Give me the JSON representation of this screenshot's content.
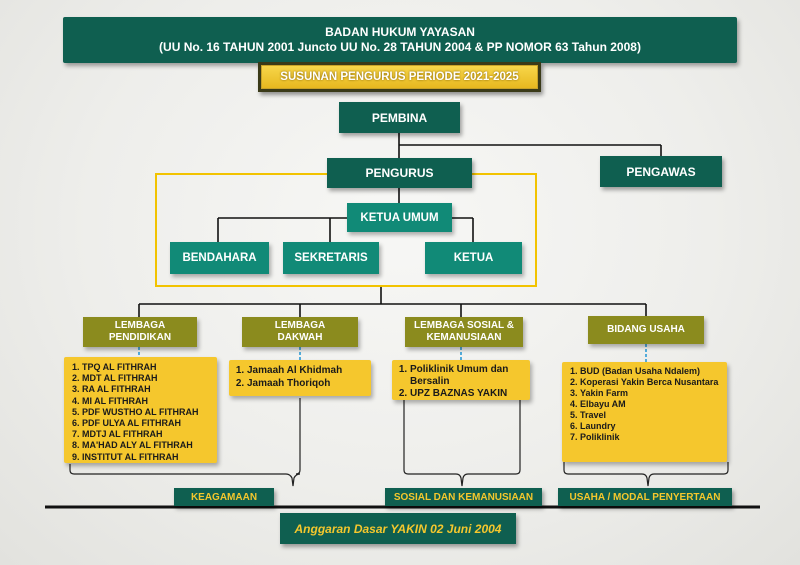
{
  "header": {
    "title_line1": "BADAN HUKUM YAYASAN",
    "title_line2": "(UU No. 16 TAHUN 2001 Juncto UU No. 28 TAHUN 2004 & PP NOMOR 63 Tahun 2008)"
  },
  "period_banner": "SUSUNAN PENGURUS PERIODE 2021-2025",
  "nodes": {
    "pembina": "PEMBINA",
    "pengurus": "PENGURUS",
    "pengawas": "PENGAWAS",
    "ketua_umum": "KETUA UMUM",
    "bendahara": "BENDAHARA",
    "sekretaris": "SEKRETARIS",
    "ketua": "KETUA"
  },
  "units": [
    {
      "title": "LEMBAGA PENDIDIKAN",
      "items": [
        "TPQ AL FITHRAH",
        "MDT AL FITHRAH",
        "RA AL FITHRAH",
        "MI AL FITHRAH",
        "PDF WUSTHO AL FITHRAH",
        "PDF ULYA AL FITHRAH",
        "MDTJ AL FITHRAH",
        "MA'HAD ALY AL FITHRAH",
        "INSTITUT AL FITHRAH"
      ]
    },
    {
      "title": "LEMBAGA DAKWAH",
      "items": [
        "Jamaah Al Khidmah",
        "Jamaah Thoriqoh"
      ]
    },
    {
      "title": "LEMBAGA SOSIAL & KEMANUSIAAN",
      "items": [
        "Poliklinik Umum dan Bersalin",
        "UPZ BAZNAS YAKIN"
      ]
    },
    {
      "title": "BIDANG USAHA",
      "items": [
        "BUD (Badan Usaha Ndalem)",
        "Koperasi Yakin Berca Nusantara",
        "Yakin Farm",
        "Elbayu AM",
        "Travel",
        "Laundry",
        "Poliklinik"
      ]
    }
  ],
  "footer_labels": {
    "keagamaan": "KEAGAMAAN",
    "sosial": "SOSIAL DAN KEMANUSIAAN",
    "usaha": "USAHA / MODAL PENYERTAAN"
  },
  "footer_banner": "Anggaran Dasar YAKIN 02 Juni 2004",
  "colors": {
    "dark_teal": "#0f5f50",
    "light_teal": "#118a77",
    "olive": "#8b8b1e",
    "yellow": "#f5c72d",
    "accent_gold": "#c9a227"
  }
}
